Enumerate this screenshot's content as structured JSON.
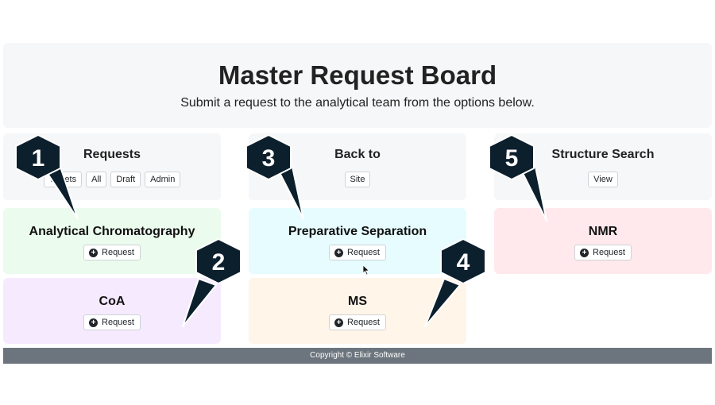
{
  "header": {
    "title": "Master Request Board",
    "subtitle": "Submit a request to the analytical team from the options below."
  },
  "sections": {
    "requests": {
      "title": "Requests",
      "buttons": [
        "Tickets",
        "All",
        "Draft",
        "Admin"
      ]
    },
    "back": {
      "title": "Back to",
      "buttons": [
        "Site"
      ]
    },
    "structure": {
      "title": "Structure Search",
      "buttons": [
        "View"
      ]
    }
  },
  "tiles": {
    "analytical": {
      "title": "Analytical Chromatography",
      "button": "Request",
      "color": "#ebfbee"
    },
    "preparative": {
      "title": "Preparative Separation",
      "button": "Request",
      "color": "#e6fcff"
    },
    "nmr": {
      "title": "NMR",
      "button": "Request",
      "color": "#ffe9ec"
    },
    "coa": {
      "title": "CoA",
      "button": "Request",
      "color": "#f6eaff"
    },
    "ms": {
      "title": "MS",
      "button": "Request",
      "color": "#fff5e8"
    }
  },
  "footer": {
    "text": "Copyright © Elixir Software"
  },
  "callouts": [
    "1",
    "2",
    "3",
    "4",
    "5"
  ],
  "colors": {
    "callout": "#0c1f2c",
    "footer": "#6c757d"
  }
}
